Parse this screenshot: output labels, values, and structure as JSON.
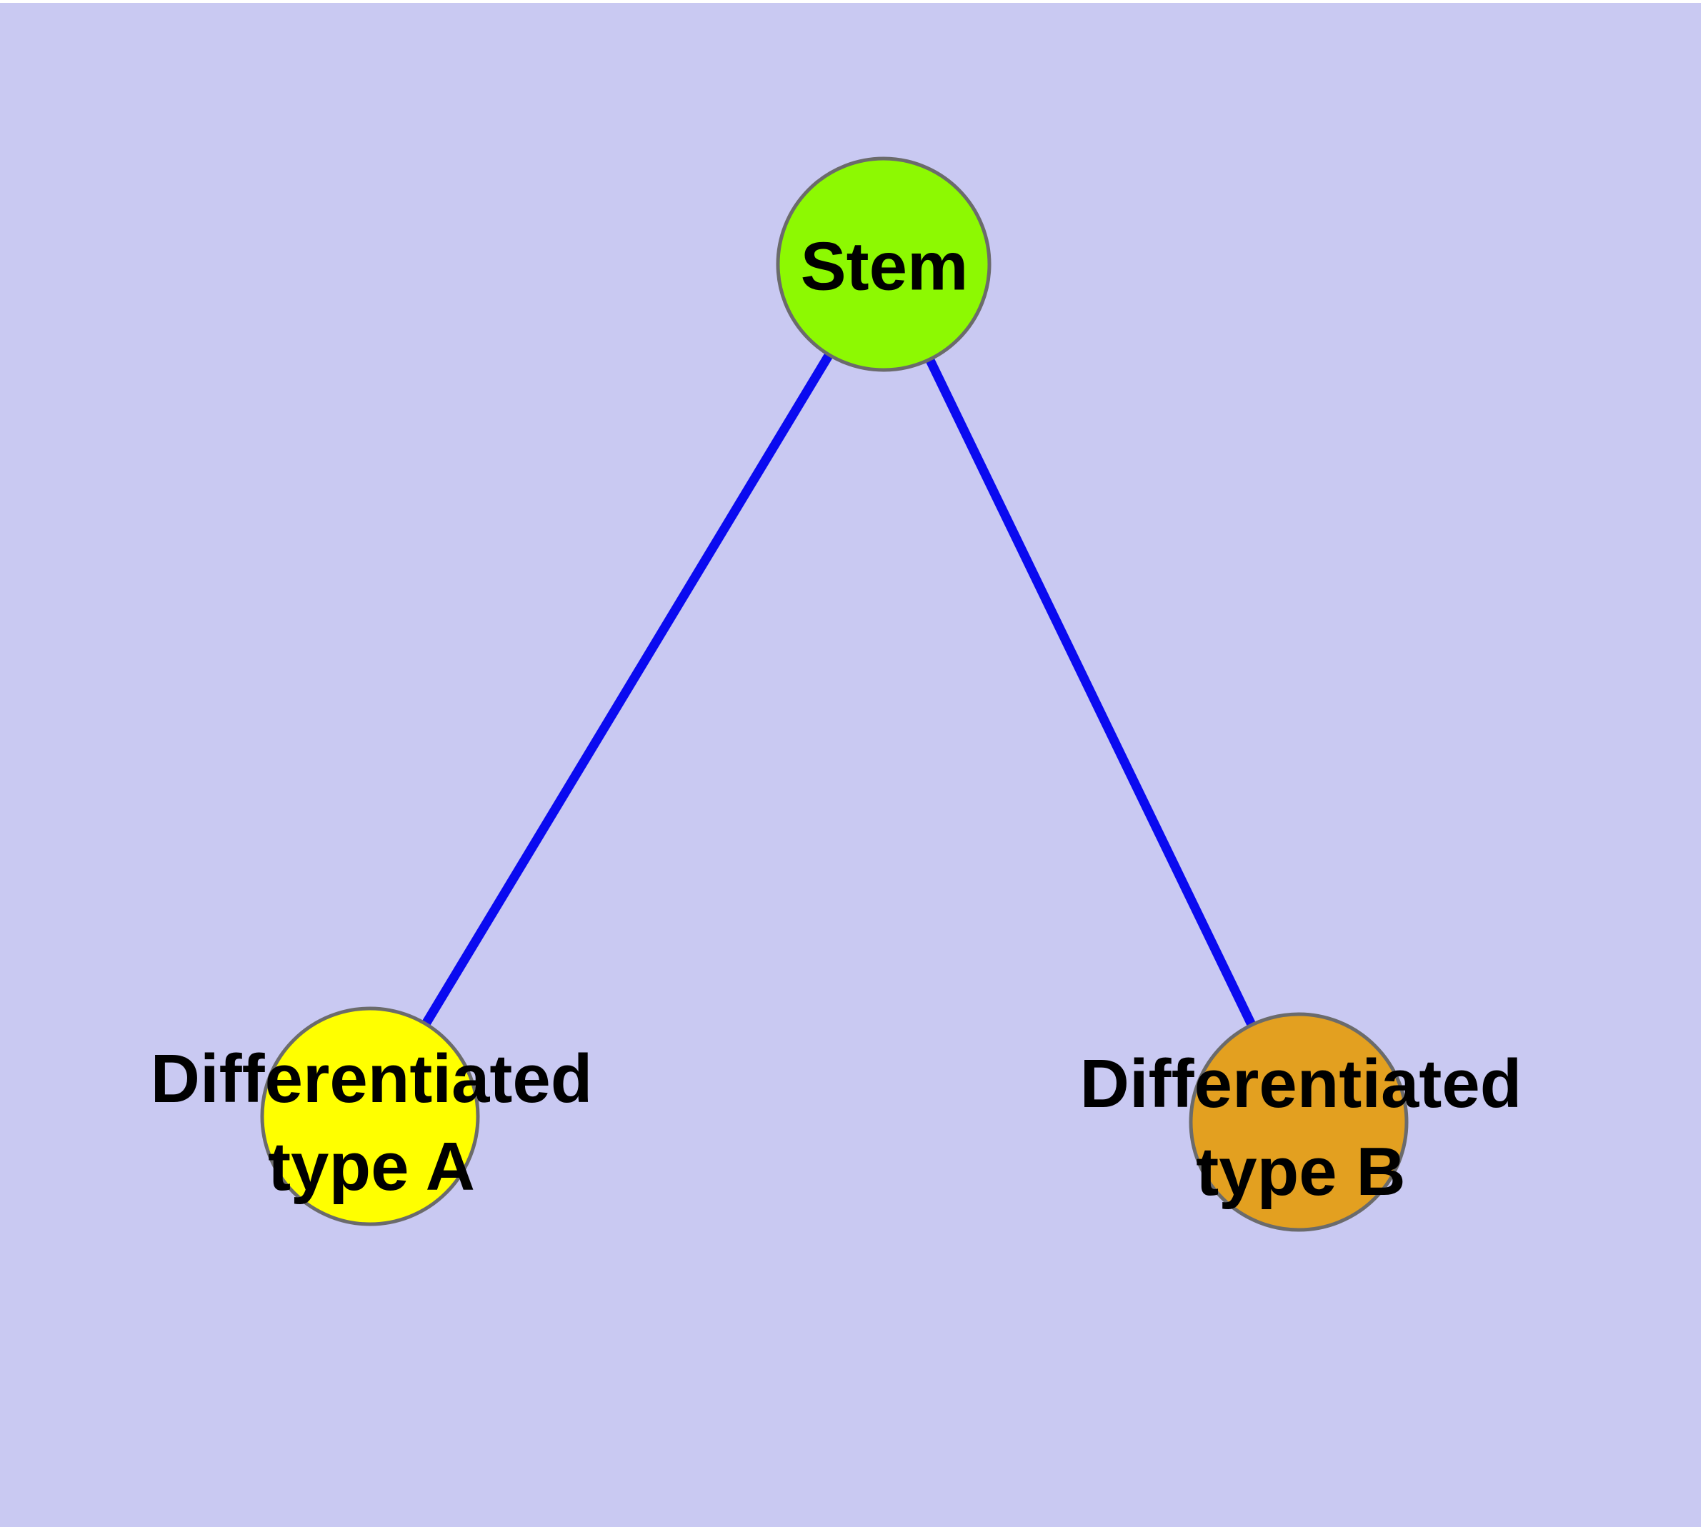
{
  "diagram": {
    "type": "node-link-graph",
    "background_color": "#c9c9f2",
    "figure_margin_color": "#ffffff",
    "edge_color": "#0a0af0",
    "node_border_color": "#6b6b6b",
    "label_color": "#000000",
    "nodes": [
      {
        "id": "stem",
        "label": "Stem",
        "color": "#8df902",
        "shape": "circle"
      },
      {
        "id": "typeA",
        "label": "Differentiated\ntype A",
        "color": "#ffff00",
        "shape": "circle"
      },
      {
        "id": "typeB",
        "label": "Differentiated\ntype B",
        "color": "#e3a020",
        "shape": "circle"
      }
    ],
    "edges": [
      {
        "from": "stem",
        "to": "typeA"
      },
      {
        "from": "stem",
        "to": "typeB"
      }
    ]
  }
}
